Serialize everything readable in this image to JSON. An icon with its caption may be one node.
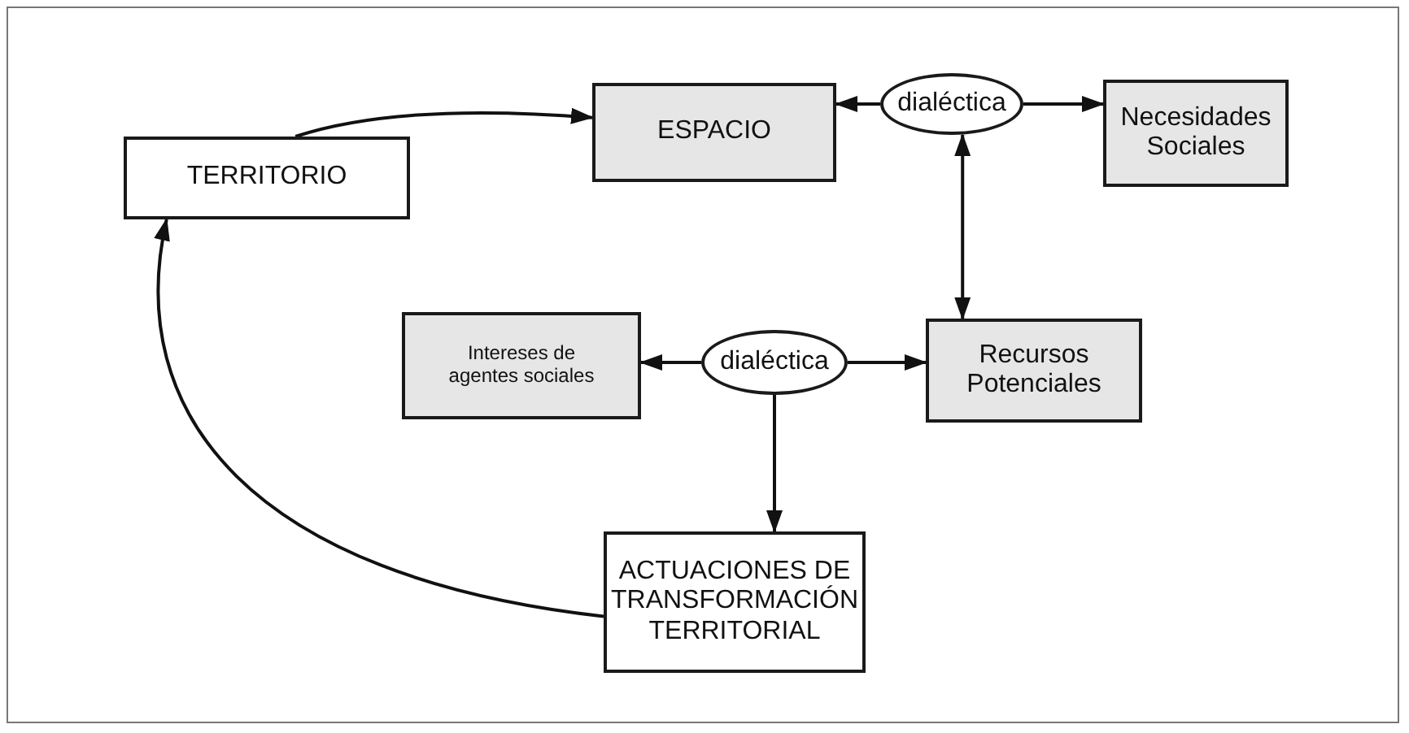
{
  "diagram": {
    "nodes": [
      {
        "text": [
          "TERRITORIO"
        ]
      },
      {
        "text": [
          "ESPACIO"
        ]
      },
      {
        "text": [
          "dialéctica"
        ]
      },
      {
        "text": [
          "Necesidades Sociales"
        ]
      },
      {
        "text": [
          "Intereses de agentes sociales"
        ]
      },
      {
        "text": [
          "dialéctica"
        ]
      },
      {
        "text": [
          "Recursos Potenciales"
        ]
      },
      {
        "text": [
          "ACTUACIONES DE TRANSFORMACIÓN TERRITORIAL"
        ]
      }
    ],
    "edges": [
      {
        "from": 0,
        "to": 1,
        "arrow": "to"
      },
      {
        "from": 2,
        "to": 1,
        "arrow": "to"
      },
      {
        "from": 2,
        "to": 3,
        "arrow": "to"
      },
      {
        "from": 2,
        "to": 6,
        "arrow": "both"
      },
      {
        "from": 5,
        "to": 4,
        "arrow": "to"
      },
      {
        "from": 5,
        "to": 6,
        "arrow": "to"
      },
      {
        "from": 5,
        "to": 7,
        "arrow": "to"
      },
      {
        "from": 7,
        "to": 0,
        "arrow": "to"
      }
    ]
  }
}
